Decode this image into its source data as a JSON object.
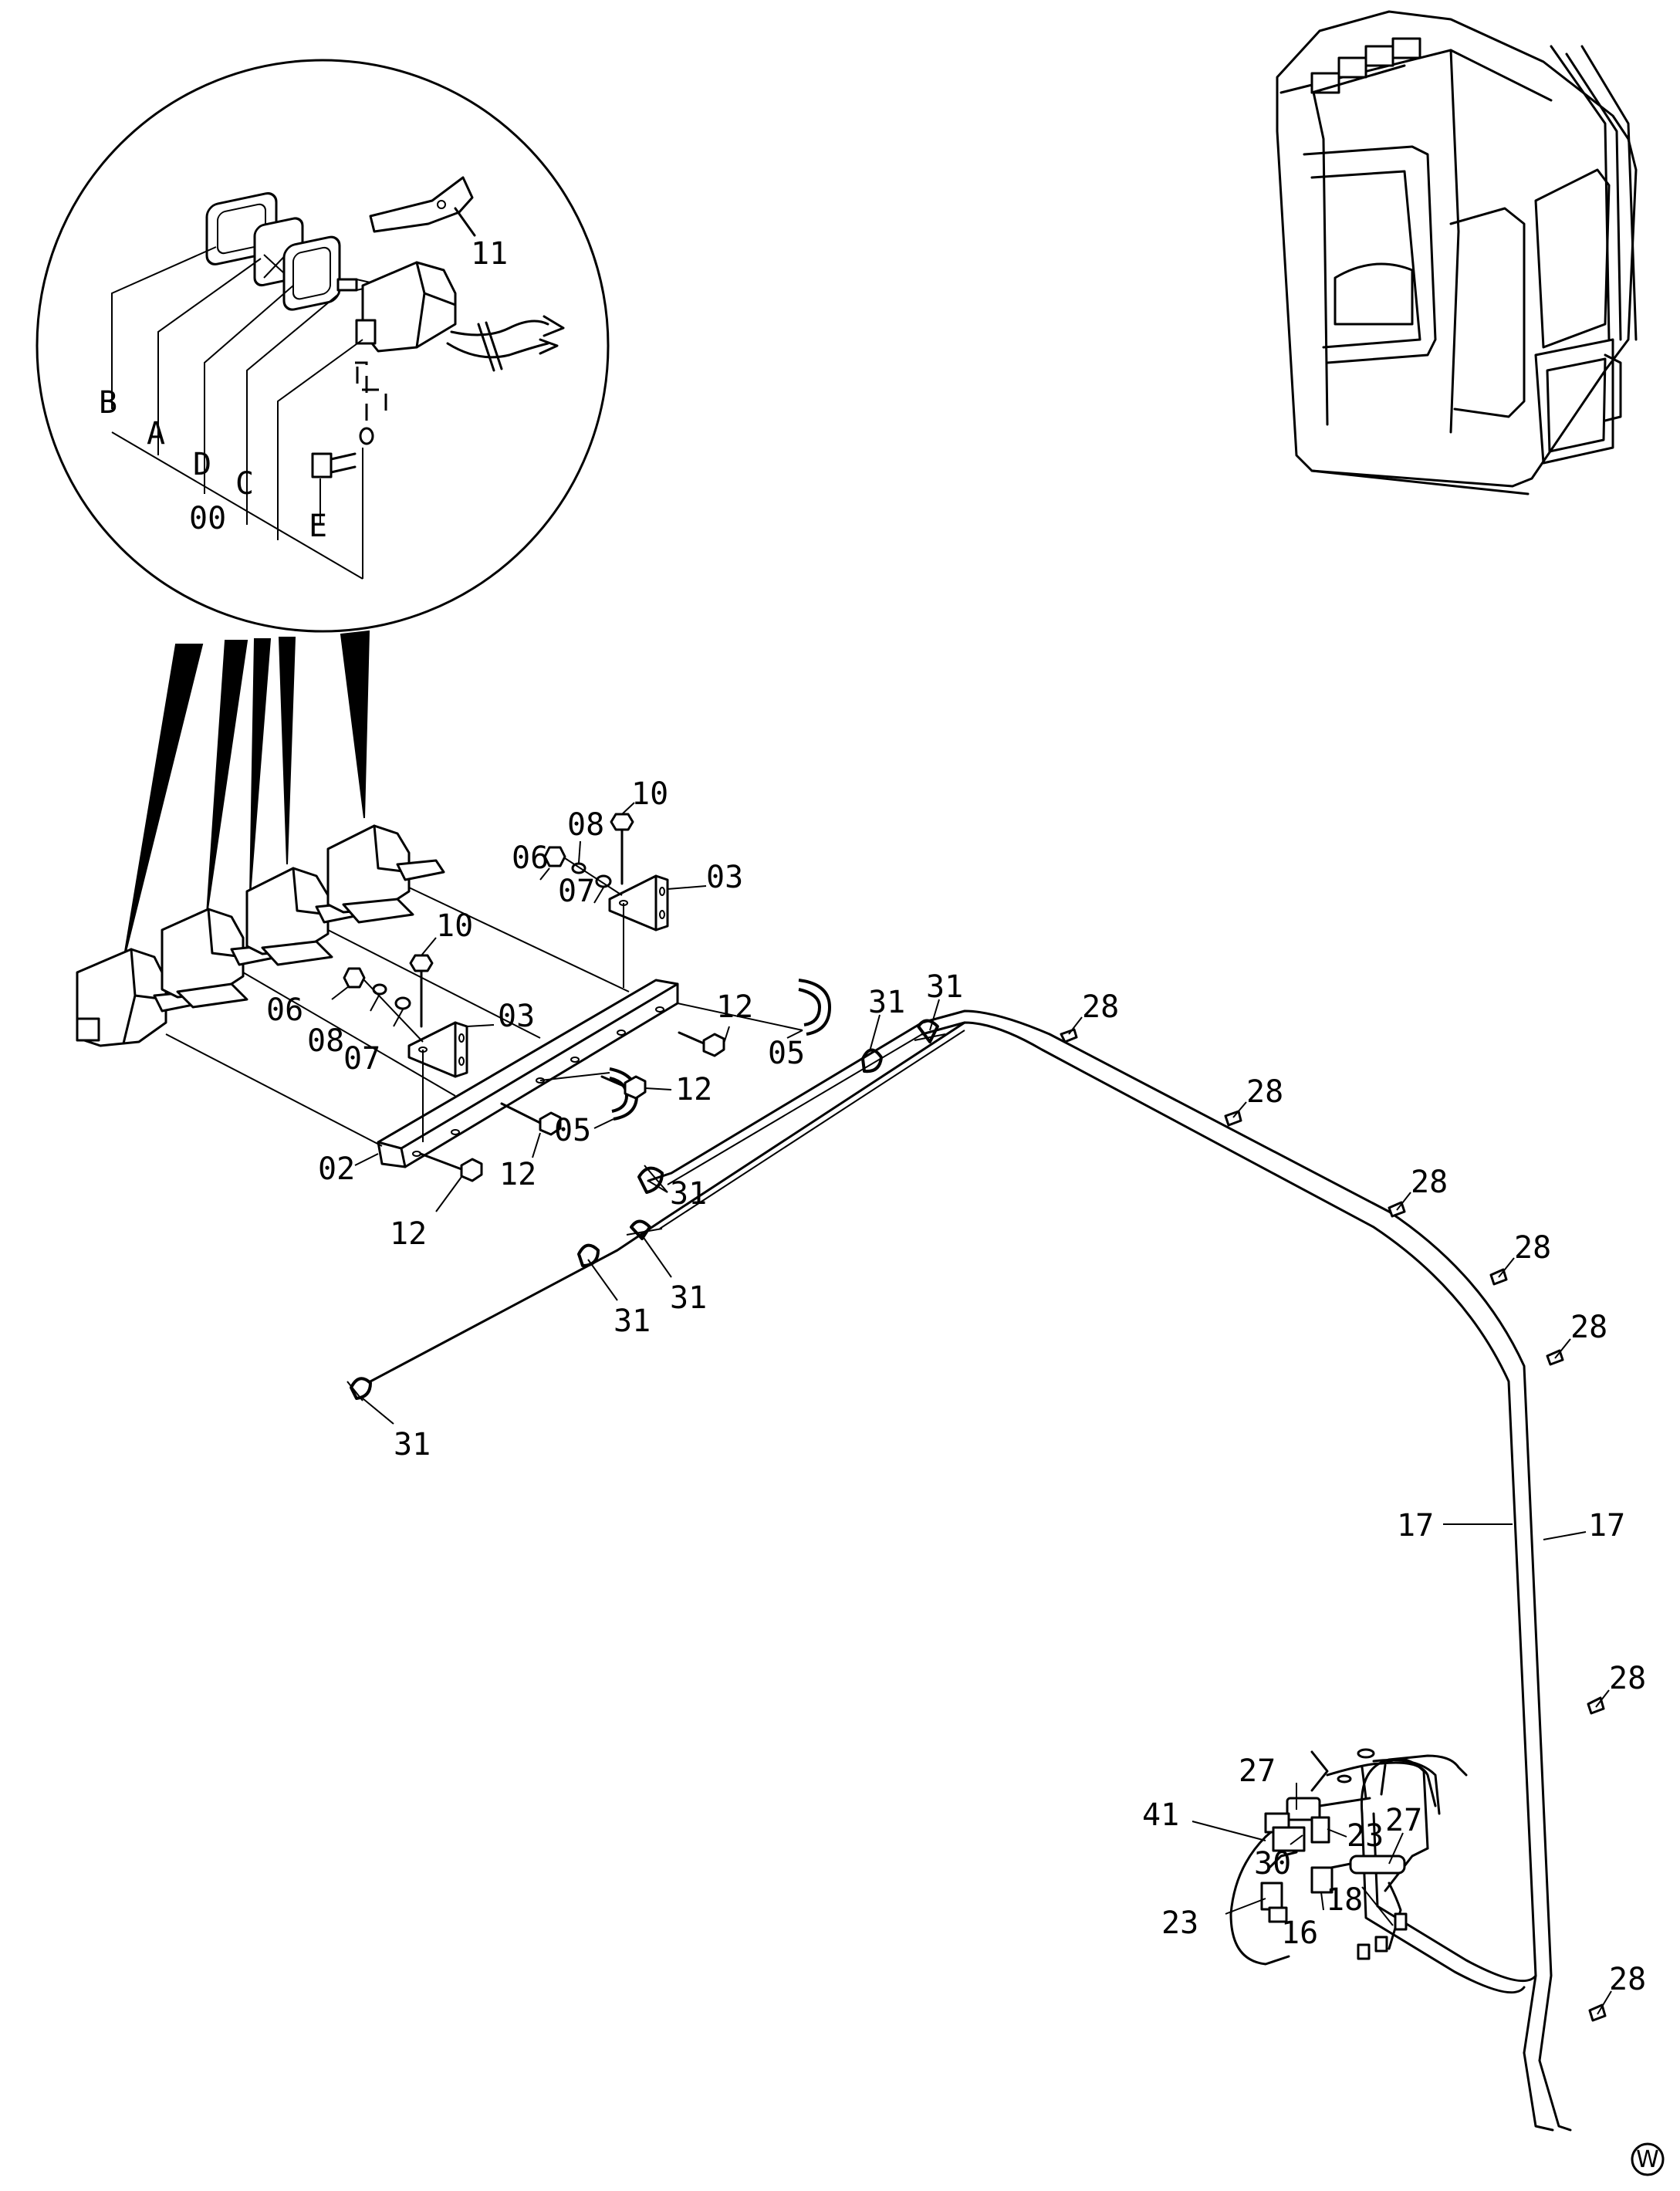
{
  "callouts": {
    "detail_11": "11",
    "detail_B": "B",
    "detail_A": "A",
    "detail_D": "D",
    "detail_C": "C",
    "detail_00": "00",
    "detail_E": "E",
    "p10_top": "10",
    "p08_top": "08",
    "p06_top": "06",
    "p07_top": "07",
    "p03_top": "03",
    "p10_mid": "10",
    "p03_mid": "03",
    "p06_mid": "06",
    "p08_mid": "08",
    "p07_mid": "07",
    "p12_right": "12",
    "p05_right": "05",
    "p12_mid": "12",
    "p05_mid": "05",
    "p12_center": "12",
    "p02": "02",
    "p12_bottom": "12",
    "p31_a": "31",
    "p31_b": "31",
    "p31_c": "31",
    "p31_d": "31",
    "p31_e": "31",
    "p31_f": "31",
    "p28_a": "28",
    "p28_b": "28",
    "p28_c": "28",
    "p28_d": "28",
    "p28_e": "28",
    "p28_f": "28",
    "p28_g": "28",
    "p17_left": "17",
    "p17_right": "17",
    "p27_a": "27",
    "p41": "41",
    "p23_a": "23",
    "p27_b": "27",
    "p30": "30",
    "p18": "18",
    "p23_b": "23",
    "p16": "16"
  },
  "watermark_mark": "W"
}
